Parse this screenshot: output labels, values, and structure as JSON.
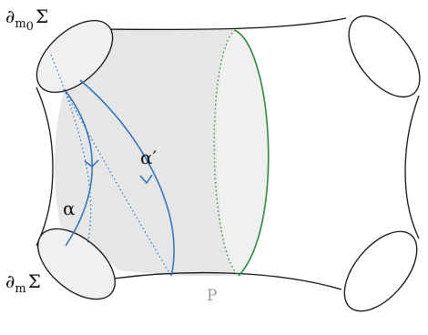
{
  "labels": {
    "top_boundary": {
      "main": "∂",
      "sub": "m",
      "subsub": "0",
      "tail": "Σ"
    },
    "bottom_boundary": {
      "main": "∂",
      "sub": "m",
      "tail": "Σ"
    },
    "alpha": "α",
    "alpha_prime": "α′",
    "point": "P"
  },
  "colors": {
    "outline": "#111111",
    "shade": "#e6e6e6",
    "disk_fill": "#f0f0f0",
    "curve_blue": "#2a72c0",
    "dotted_blue": "#2a72c0",
    "curve_green": "#2e8b3c",
    "label_grey": "#9a9a9a"
  }
}
